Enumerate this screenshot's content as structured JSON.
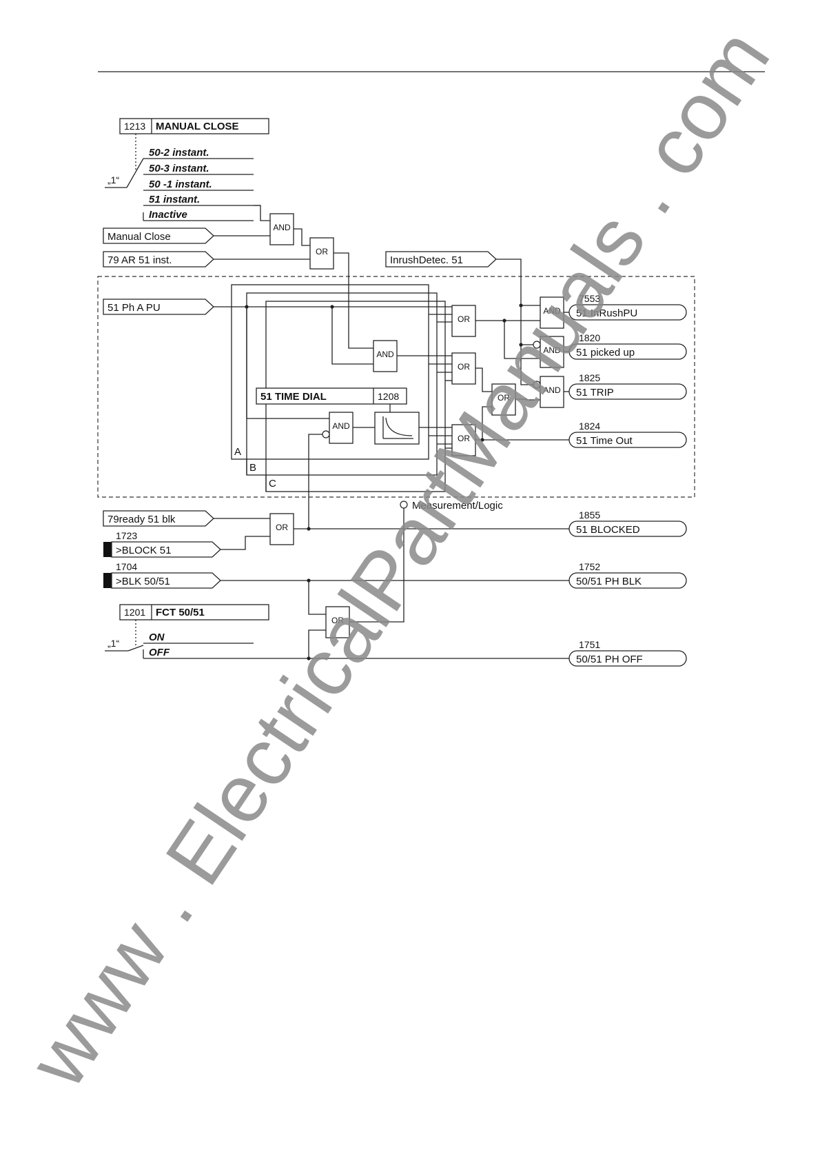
{
  "settings": {
    "manual_close": {
      "number": "1213",
      "title": "MANUAL CLOSE",
      "options": [
        "50-2 instant.",
        "50-3 instant.",
        "50 -1 instant.",
        "51 instant.",
        "Inactive"
      ],
      "constant": "„1“"
    },
    "fct": {
      "number": "1201",
      "title": "FCT 50/51",
      "options": [
        "ON",
        "OFF"
      ],
      "constant": "„1“"
    },
    "time_dial": {
      "title": "51 TIME DIAL",
      "number": "1208"
    }
  },
  "inputs": {
    "manual_close": "Manual Close",
    "ar_51_inst": "79 AR 51 inst.",
    "inrush": "InrushDetec. 51",
    "ph_a_pu": "51 Ph A PU",
    "ready_blk": "79ready 51 blk",
    "block_51": {
      "number": "1723",
      "label": ">BLOCK 51"
    },
    "blk_50_51": {
      "number": "1704",
      "label": ">BLK 50/51"
    }
  },
  "outputs": [
    {
      "number": "7553",
      "label": "51 InRushPU"
    },
    {
      "number": "1820",
      "label": "51 picked up"
    },
    {
      "number": "1825",
      "label": "51 TRIP"
    },
    {
      "number": "1824",
      "label": "51 Time Out"
    },
    {
      "number": "1855",
      "label": "51 BLOCKED"
    },
    {
      "number": "1752",
      "label": "50/51 PH BLK"
    },
    {
      "number": "1751",
      "label": "50/51 PH OFF"
    }
  ],
  "gates": {
    "and": "AND",
    "or": "OR"
  },
  "phases": [
    "A",
    "B",
    "C"
  ],
  "measurement_logic": "Measurement/Logic",
  "watermark": "www . ElectricalPartManuals . com"
}
